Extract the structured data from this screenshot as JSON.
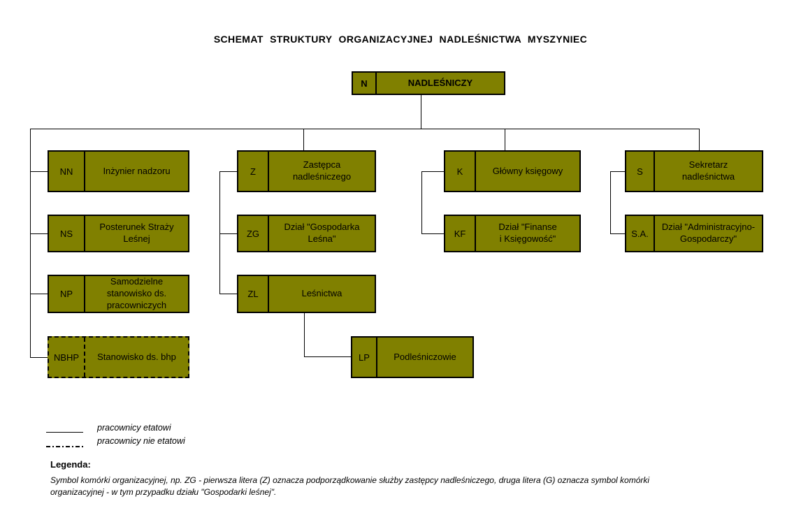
{
  "title": "SCHEMAT STRUKTURY ORGANIZACYJNEJ NADLEŚNICTWA MYSZYNIEC",
  "colors": {
    "box_fill": "#808000",
    "box_border": "#000000",
    "line": "#000000"
  },
  "nodes": {
    "n": {
      "code": "N",
      "label": "NADLEŚNICZY"
    },
    "nn": {
      "code": "NN",
      "label": "Inżynier nadzoru"
    },
    "ns": {
      "code": "NS",
      "label": "Posterunek Straży\nLeśnej"
    },
    "np": {
      "code": "NP",
      "label": "Samodzielne\nstanowisko ds.\npracowniczych"
    },
    "nbhp": {
      "code": "NBHP",
      "label": "Stanowisko ds. bhp"
    },
    "z": {
      "code": "Z",
      "label": "Zastępca\nnadleśniczego"
    },
    "zg": {
      "code": "ZG",
      "label": "Dział \"Gospodarka\nLeśna\""
    },
    "zl": {
      "code": "ZL",
      "label": "Leśnictwa"
    },
    "lp": {
      "code": "LP",
      "label": "Podleśniczowie"
    },
    "k": {
      "code": "K",
      "label": "Główny księgowy"
    },
    "kf": {
      "code": "KF",
      "label": "Dział \"Finanse\ni Księgowość\""
    },
    "s": {
      "code": "S",
      "label": "Sekretarz\nnadleśnictwa"
    },
    "sa": {
      "code": "S.A.",
      "label": "Dział \"Administracyjno-\nGospodarczy\""
    }
  },
  "line_legend": {
    "solid_label": "pracownicy etatowi",
    "dashed_label": "pracownicy nie etatowi"
  },
  "legend": {
    "heading": "Legenda:",
    "body": "Symbol komórki organizacyjnej, np. ZG - pierwsza litera (Z) oznacza podporządkowanie służby zastępcy nadleśniczego, druga litera (G) oznacza symbol komórki\norganizacyjnej -  w tym przypadku działu \"Gospodarki leśnej\"."
  }
}
